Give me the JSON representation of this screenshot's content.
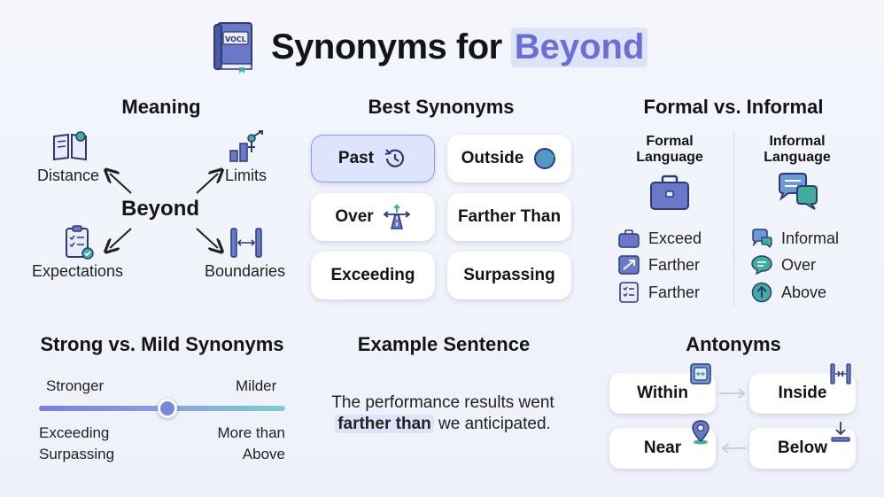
{
  "header": {
    "title": "Synonyms for",
    "accent": "Beyond",
    "book_label": "VOCL"
  },
  "meaning": {
    "title": "Meaning",
    "center": "Beyond",
    "items": [
      "Distance",
      "Limits",
      "Expectations",
      "Boundaries"
    ]
  },
  "best_synonyms": {
    "title": "Best Synonyms",
    "cards": [
      "Past",
      "Outside",
      "Over",
      "Farther Than",
      "Exceeding",
      "Surpassing"
    ]
  },
  "formal_informal": {
    "title": "Formal vs. Informal",
    "formal_head_1": "Formal",
    "formal_head_2": "Language",
    "informal_head_1": "Informal",
    "informal_head_2": "Language",
    "formal_items": [
      "Exceed",
      "Farther",
      "Farther"
    ],
    "informal_items": [
      "Informal",
      "Over",
      "Above"
    ]
  },
  "strength": {
    "title": "Strong vs. Mild Synonyms",
    "left_label": "Stronger",
    "right_label": "Milder",
    "left_words": [
      "Exceeding",
      "Surpassing"
    ],
    "right_words": [
      "More than",
      "Above"
    ],
    "slider_position": 0.52
  },
  "example": {
    "title": "Example Sentence",
    "line1": "The performance results went",
    "highlight": "farther than",
    "line2_rest": " we anticipated."
  },
  "antonyms": {
    "title": "Antonyms",
    "items": [
      "Within",
      "Inside",
      "Near",
      "Below"
    ]
  },
  "colors": {
    "accent": "#6a6fd6",
    "card_selected": "#dde4fb",
    "icon_blue": "#3b4f8f",
    "icon_teal": "#3fae9c",
    "icon_purple": "#5d57b3"
  }
}
